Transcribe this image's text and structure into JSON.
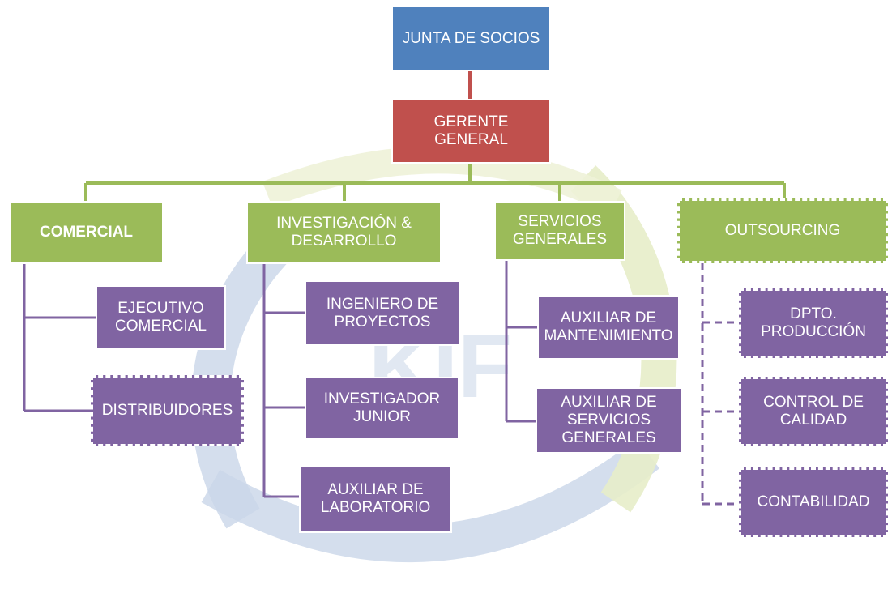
{
  "colors": {
    "top": "#4f81bd",
    "manager": "#c0504d",
    "department": "#9bbb59",
    "role": "#8064a2",
    "connector_top": "#c0504d",
    "connector_departments": "#9bbb59",
    "connector_roles": "#8064a2",
    "watermark_ring": "#c9d6e8",
    "watermark_arc": "#e7edc9"
  },
  "watermark": {
    "text": "KIF"
  },
  "board": {
    "label": "JUNTA DE SOCIOS"
  },
  "manager": {
    "label": "GERENTE\nGENERAL"
  },
  "departments": [
    {
      "label": "COMERCIAL",
      "style": "solid",
      "roles": [
        {
          "label": "EJECUTIVO\nCOMERCIAL",
          "style": "solid"
        },
        {
          "label": "DISTRIBUIDORES",
          "style": "dashed"
        }
      ]
    },
    {
      "label": "INVESTIGACIÓN &\nDESARROLLO",
      "style": "solid",
      "roles": [
        {
          "label": "INGENIERO DE\nPROYECTOS",
          "style": "solid"
        },
        {
          "label": "INVESTIGADOR\nJUNIOR",
          "style": "solid"
        },
        {
          "label": "AUXILIAR DE\nLABORATORIO",
          "style": "solid"
        }
      ]
    },
    {
      "label": "SERVICIOS\nGENERALES",
      "style": "solid",
      "roles": [
        {
          "label": "AUXILIAR DE\nMANTENIMIENTO",
          "style": "solid"
        },
        {
          "label": "AUXILIAR DE\nSERVICIOS\nGENERALES",
          "style": "solid"
        }
      ]
    },
    {
      "label": "OUTSOURCING",
      "style": "dashed",
      "roles": [
        {
          "label": "DPTO.\nPRODUCCIÓN",
          "style": "dashed"
        },
        {
          "label": "CONTROL DE\nCALIDAD",
          "style": "dashed"
        },
        {
          "label": "CONTABILIDAD",
          "style": "dashed"
        }
      ]
    }
  ]
}
